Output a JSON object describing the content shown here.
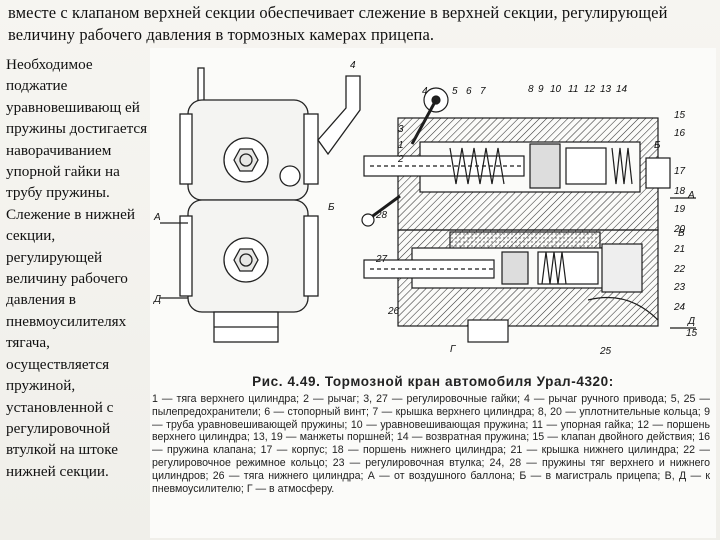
{
  "header": {
    "text": "вместе с клапаном верхней секции обеспечивает слежение в верхней секции, регулирующей величину рабочего давления в тормозных камерах прицепа."
  },
  "side_text": "Необходимое поджатие уравновешивающ ей пружины достигается наворачиванием упорной гайки на трубу пружины. Слежение в нижней секции, регулирующей величину рабочего давления в пневмоусилителях тягача, осуществляется пружиной, установленной с регулировочной втулкой на штоке нижней секции.",
  "figure": {
    "top_numbers": [
      "4",
      "5",
      "6",
      "7",
      "8",
      "9",
      "10",
      "11",
      "12",
      "13",
      "14"
    ],
    "right_numbers": [
      "15",
      "16",
      "17",
      "18",
      "19",
      "20",
      "21",
      "22",
      "23",
      "24",
      "25",
      "15"
    ],
    "left_numbers": [
      "3",
      "1",
      "2",
      "28",
      "27",
      "26"
    ],
    "letters": [
      "А",
      "Б",
      "В",
      "Г",
      "Д"
    ],
    "caption_title": "Рис. 4.49. Тормозной кран автомобиля Урал-4320:",
    "caption_body": "1 — тяга верхнего цилиндра; 2 — рычаг; 3, 27 — регулировочные гайки; 4 — рычаг ручного привода; 5, 25 — пылепредохранители; 6 — стопорный винт; 7 — крышка верхнего цилиндра; 8, 20 — уплотнительные кольца; 9 — труба уравновешивающей пружины; 10 — уравновешивающая пружина; 11 — упорная гайка; 12 — поршень верхнего цилиндра; 13, 19 — манжеты поршней; 14 — возвратная пружина; 15 — клапан двойного действия; 16 — пружина клапана; 17 — корпус; 18 — поршень нижнего цилиндра; 21 — крышка нижнего цилиндра; 22 — регулировочное режимное кольцо; 23 — регулировочная втулка; 24, 28 — пружины тяг верхнего и нижнего цилиндров; 26 — тяга нижнего цилиндра; А — от воздушного баллона; Б — в магистраль прицепа; В, Д — к пневмоусилителю; Г — в атмосферу."
  }
}
